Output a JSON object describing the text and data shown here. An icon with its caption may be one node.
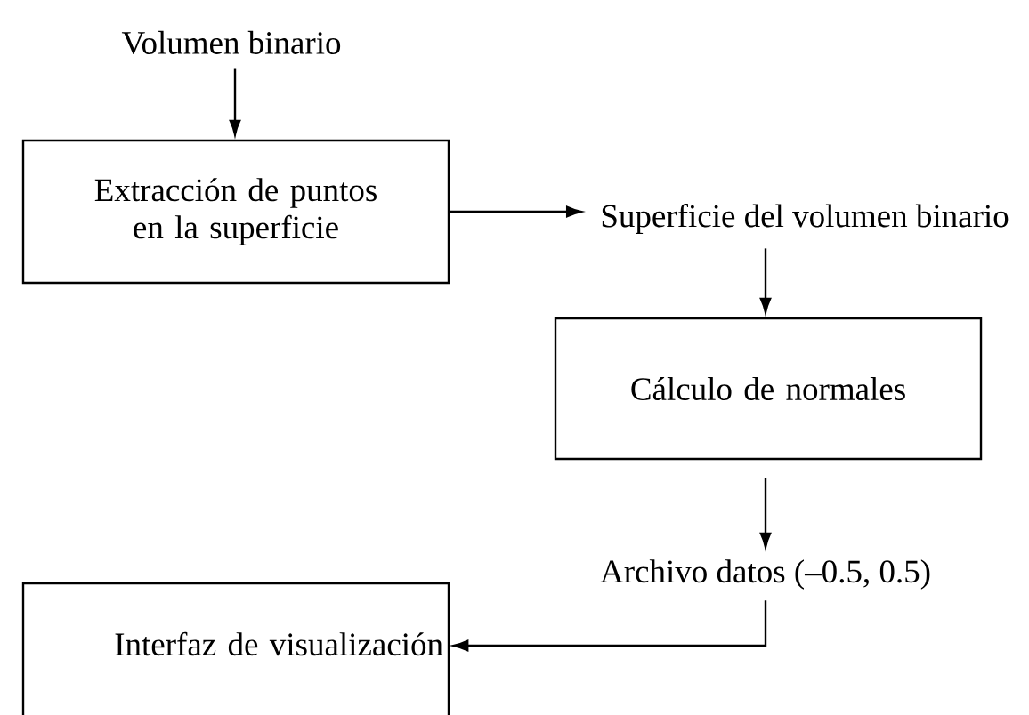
{
  "diagram": {
    "nodes": [
      {
        "text": [
          "Volumen binario"
        ]
      },
      {
        "text": [
          "Extracción de puntos en la superficie"
        ]
      },
      {
        "text": [
          "Superficie del volumen binario"
        ]
      },
      {
        "text": [
          "Cálculo de normales"
        ]
      },
      {
        "text": [
          "Archivo datos (–0.5, 0.5)"
        ]
      },
      {
        "text": [
          "Interfaz de visualización"
        ]
      }
    ],
    "edges": [
      {
        "from": 0,
        "to": 1,
        "arrow": "to"
      },
      {
        "from": 1,
        "to": 2,
        "arrow": "to"
      },
      {
        "from": 2,
        "to": 3,
        "arrow": "to"
      },
      {
        "from": 3,
        "to": 4,
        "arrow": "to"
      },
      {
        "from": 4,
        "to": 5,
        "arrow": "to"
      }
    ]
  }
}
